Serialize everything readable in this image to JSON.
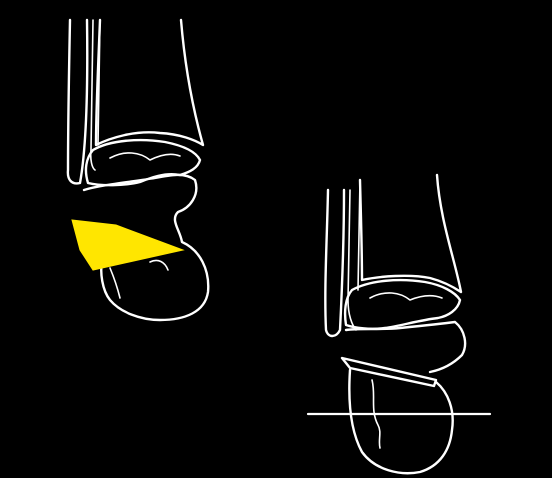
{
  "figure": {
    "background_color": "#000000",
    "line_color": "#ffffff",
    "highlight_color": "#ffe600",
    "panels": [
      {
        "name": "pre-correction-ankle",
        "highlight": "wedge-resection-zone"
      },
      {
        "name": "post-correction-ankle",
        "reference_line": "horizontal-ground-line"
      }
    ]
  }
}
